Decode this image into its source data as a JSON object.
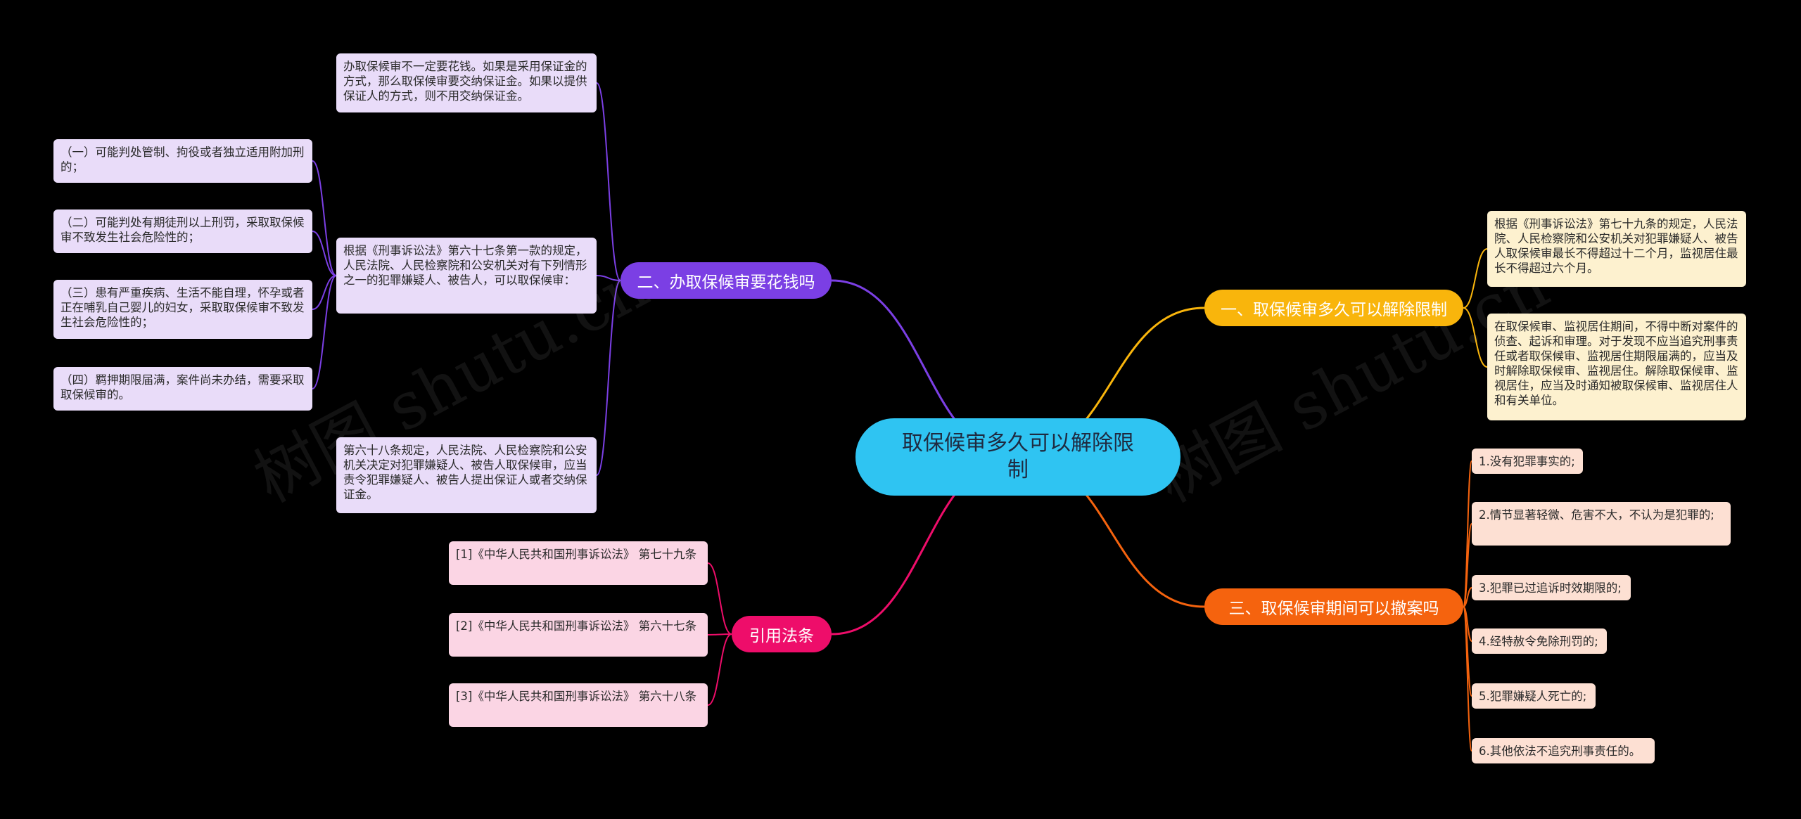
{
  "watermark": "树图 shutu.cn",
  "colors": {
    "root": "#2fc4f2",
    "branch1": "#f9b50c",
    "branch2": "#7b3fe4",
    "branch3": "#f5630e",
    "branch4": "#ee0d6a"
  },
  "root": {
    "label": "取保候审多久可以解除限制"
  },
  "branch1": {
    "label": "一、取保候审多久可以解除限制",
    "items": [
      "根据《刑事诉讼法》第七十九条的规定，人民法院、人民检察院和公安机关对犯罪嫌疑人、被告人取保候审最长不得超过十二个月，监视居住最长不得超过六个月。",
      "在取保候审、监视居住期间，不得中断对案件的侦查、起诉和审理。对于发现不应当追究刑事责任或者取保候审、监视居住期限届满的，应当及时解除取保候审、监视居住。解除取保候审、监视居住，应当及时通知被取保候审、监视居住人和有关单位。"
    ]
  },
  "branch2": {
    "label": "二、办取保候审要花钱吗",
    "items": [
      "办取保候审不一定要花钱。如果是采用保证金的方式，那么取保候审要交纳保证金。如果以提供保证人的方式，则不用交纳保证金。",
      "根据《刑事诉讼法》第六十七条第一款的规定，人民法院、人民检察院和公安机关对有下列情形之一的犯罪嫌疑人、被告人，可以取保候审：",
      "第六十八条规定，人民法院、人民检察院和公安机关决定对犯罪嫌疑人、被告人取保候审，应当责令犯罪嫌疑人、被告人提出保证人或者交纳保证金。"
    ],
    "sub_items": [
      "（一）可能判处管制、拘役或者独立适用附加刑的；",
      "（二）可能判处有期徒刑以上刑罚，采取取保候审不致发生社会危险性的；",
      "（三）患有严重疾病、生活不能自理，怀孕或者正在哺乳自己婴儿的妇女，采取取保候审不致发生社会危险性的；",
      "（四）羁押期限届满，案件尚未办结，需要采取取保候审的。"
    ]
  },
  "branch3": {
    "label": "三、取保候审期间可以撤案吗",
    "items": [
      "1.没有犯罪事实的;",
      "2.情节显著轻微、危害不大，不认为是犯罪的;",
      "3.犯罪已过追诉时效期限的;",
      "4.经特赦令免除刑罚的;",
      "5.犯罪嫌疑人死亡的;",
      "6.其他依法不追究刑事责任的。"
    ]
  },
  "branch4": {
    "label": "引用法条",
    "items": [
      "[1]《中华人民共和国刑事诉讼法》 第七十九条",
      "[2]《中华人民共和国刑事诉讼法》 第六十七条",
      "[3]《中华人民共和国刑事诉讼法》 第六十八条"
    ]
  }
}
